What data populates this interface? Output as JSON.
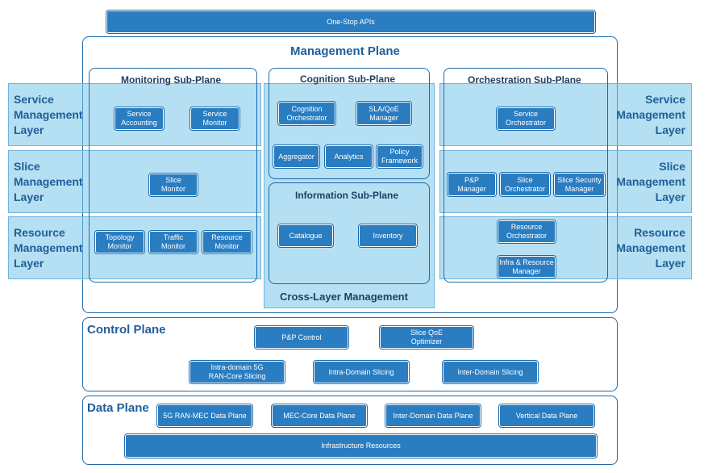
{
  "top_bar": {
    "label": "One-Stop APIs"
  },
  "management_plane": {
    "title": "Management Plane"
  },
  "layers": {
    "service": "Service\nManagement\nLayer",
    "slice": "Slice\nManagement\nLayer",
    "resource": "Resource\nManagement\nLayer"
  },
  "monitoring": {
    "title": "Monitoring Sub-Plane",
    "service_accounting": "Service\nAccounting",
    "service_monitor": "Service\nMonitor",
    "slice_monitor": "Slice\nMonitor",
    "topology_monitor": "Topology\nMonitor",
    "traffic_monitor": "Traffic\nMonitor",
    "resource_monitor": "Resource\nMonitor"
  },
  "cognition": {
    "title": "Cognition Sub-Plane",
    "cognition_orchestrator": "Cognition\nOrchestrator",
    "sla_qoe_manager": "SLA/QoE\nManager",
    "aggregator": "Aggregator",
    "analytics": "Analytics",
    "policy_framework": "Policy\nFramework"
  },
  "information": {
    "title": "Information Sub-Plane",
    "catalogue": "Catalogue",
    "inventory": "Inventory"
  },
  "cross_layer": {
    "title": "Cross-Layer Management"
  },
  "orchestration": {
    "title": "Orchestration Sub-Plane",
    "service_orchestrator": "Service\nOrchestrator",
    "pp_manager": "P&P\nManager",
    "slice_orchestrator": "Slice\nOrchestrator",
    "slice_security_manager": "Slice Security\nManager",
    "resource_orchestrator": "Resource\nOrchestrator",
    "infra_resource_manager": "Infra & Resource\nManager"
  },
  "control_plane": {
    "title": "Control Plane",
    "pp_control": "P&P Control",
    "slice_qoe_optimizer": "Slice QoE\nOptimizer",
    "intra_domain_5g": "Intra-domain 5G\nRAN-Core Slicing",
    "intra_domain_slicing": "Intra-Domain Slicing",
    "inter_domain_slicing": "Inter-Domain Slicing"
  },
  "data_plane": {
    "title": "Data Plane",
    "ran_mec": "5G RAN-MEC Data Plane",
    "mec_core": "MEC-Core Data Plane",
    "inter_domain": "Inter-Domain Data Plane",
    "vertical": "Vertical Data Plane",
    "infrastructure": "Infrastructure Resources"
  },
  "colors": {
    "accent": "#2a7dc1",
    "band": "#78c4e8",
    "title": "#1f5f99"
  }
}
